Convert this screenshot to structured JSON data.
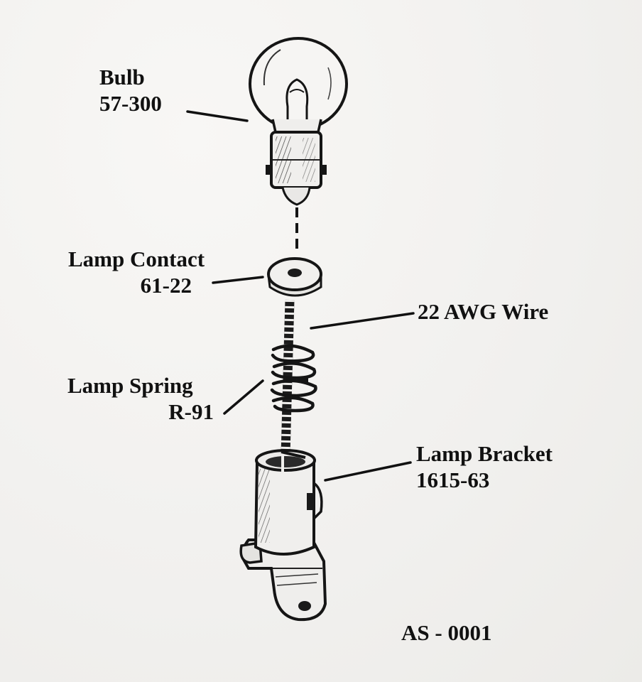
{
  "diagram": {
    "parts": {
      "bulb": {
        "name": "Bulb",
        "number": "57-300"
      },
      "lamp_contact": {
        "name": "Lamp Contact",
        "number": "61-22"
      },
      "wire": {
        "name": "22 AWG Wire"
      },
      "lamp_spring": {
        "name": "Lamp Spring",
        "number": "R-91"
      },
      "lamp_bracket": {
        "name": "Lamp Bracket",
        "number": "1615-63"
      }
    },
    "assembly_code": "AS - 0001"
  }
}
